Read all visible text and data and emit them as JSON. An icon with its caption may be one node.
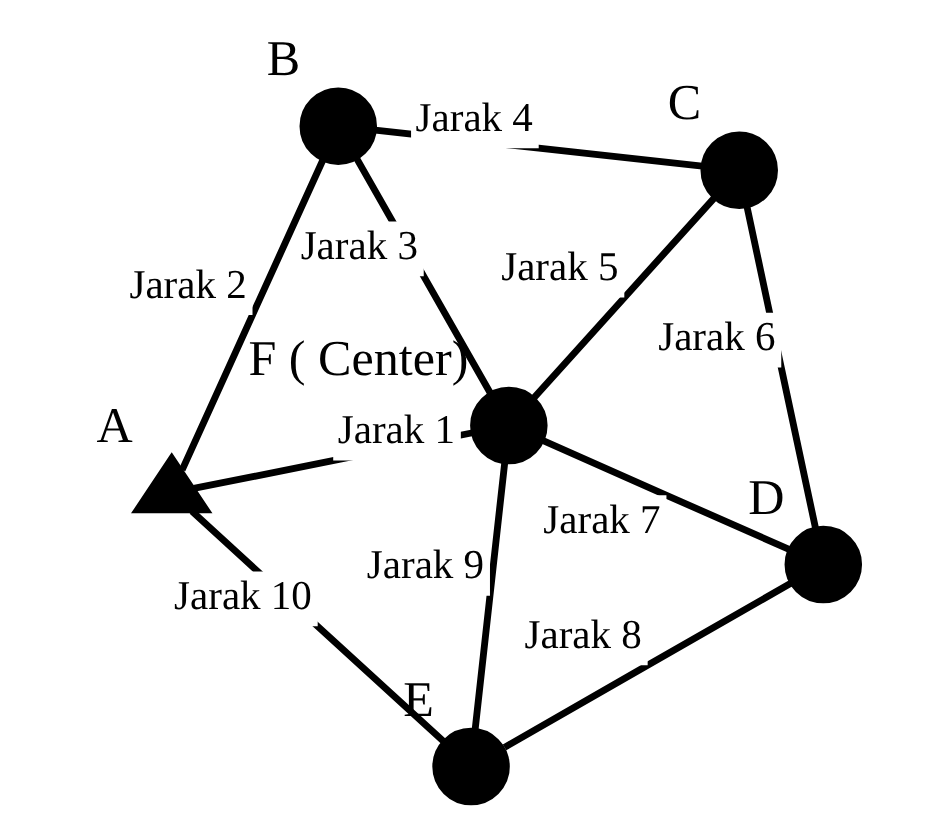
{
  "diagram": {
    "nodes": [
      {
        "text": [],
        "shape": "circle",
        "beside": [
          "D"
        ]
      },
      {
        "text": [],
        "shape": "circle",
        "beside": [
          "C"
        ]
      },
      {
        "text": [],
        "shape": "circle",
        "beside": [
          "E"
        ]
      },
      {
        "text": [],
        "shape": "circle",
        "beside": [
          "F",
          "( Center)"
        ]
      },
      {
        "text": [],
        "shape": "circle",
        "beside": [
          "B"
        ]
      },
      {
        "text": [],
        "shape": "triangle",
        "beside": [
          "A"
        ]
      }
    ],
    "edges": [
      {
        "from": 3,
        "to": 5,
        "arrow": "none",
        "label": "Jarak 1"
      },
      {
        "from": 4,
        "to": 5,
        "arrow": "none",
        "label": "Jarak 2"
      },
      {
        "from": 3,
        "to": 4,
        "arrow": "none",
        "label": "Jarak 3"
      },
      {
        "from": 1,
        "to": 4,
        "arrow": "none",
        "label": "Jarak 4"
      },
      {
        "from": 1,
        "to": 3,
        "arrow": "none",
        "label": "Jarak 5"
      },
      {
        "from": 1,
        "to": 0,
        "arrow": "none",
        "label": "Jarak 6"
      },
      {
        "from": 0,
        "to": 3,
        "arrow": "none",
        "label": "Jarak 7"
      },
      {
        "from": 0,
        "to": 2,
        "arrow": "none",
        "label": "Jarak 8"
      },
      {
        "from": 3,
        "to": 2,
        "arrow": "none",
        "label": "Jarak 9"
      },
      {
        "from": 2,
        "to": 5,
        "arrow": "none",
        "label": "Jarak 10"
      }
    ]
  }
}
